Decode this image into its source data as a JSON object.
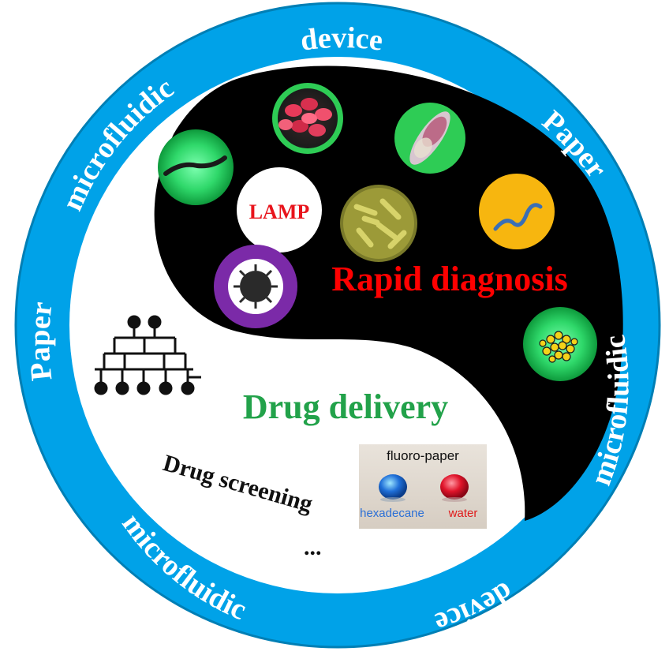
{
  "ring": {
    "words": [
      "device",
      "Paper",
      "microfluidic",
      "device",
      "microfluidic",
      "Paper",
      "microfluidic"
    ],
    "color": "#00a2e8"
  },
  "labels": {
    "lamp": "LAMP",
    "rapid_diagnosis": "Rapid diagnosis",
    "drug_delivery": "Drug delivery",
    "drug_screening": "Drug screening",
    "ellipsis": "..."
  },
  "fluoro_panel": {
    "title": "fluoro-paper",
    "left_label": "hexadecane",
    "right_label": "water"
  },
  "colors": {
    "rapid_diagnosis": "#ff0000",
    "drug_delivery": "#22a24a",
    "lamp": "#e8141c",
    "hexadecane": "#2a6fd6",
    "water": "#e01a1a"
  }
}
